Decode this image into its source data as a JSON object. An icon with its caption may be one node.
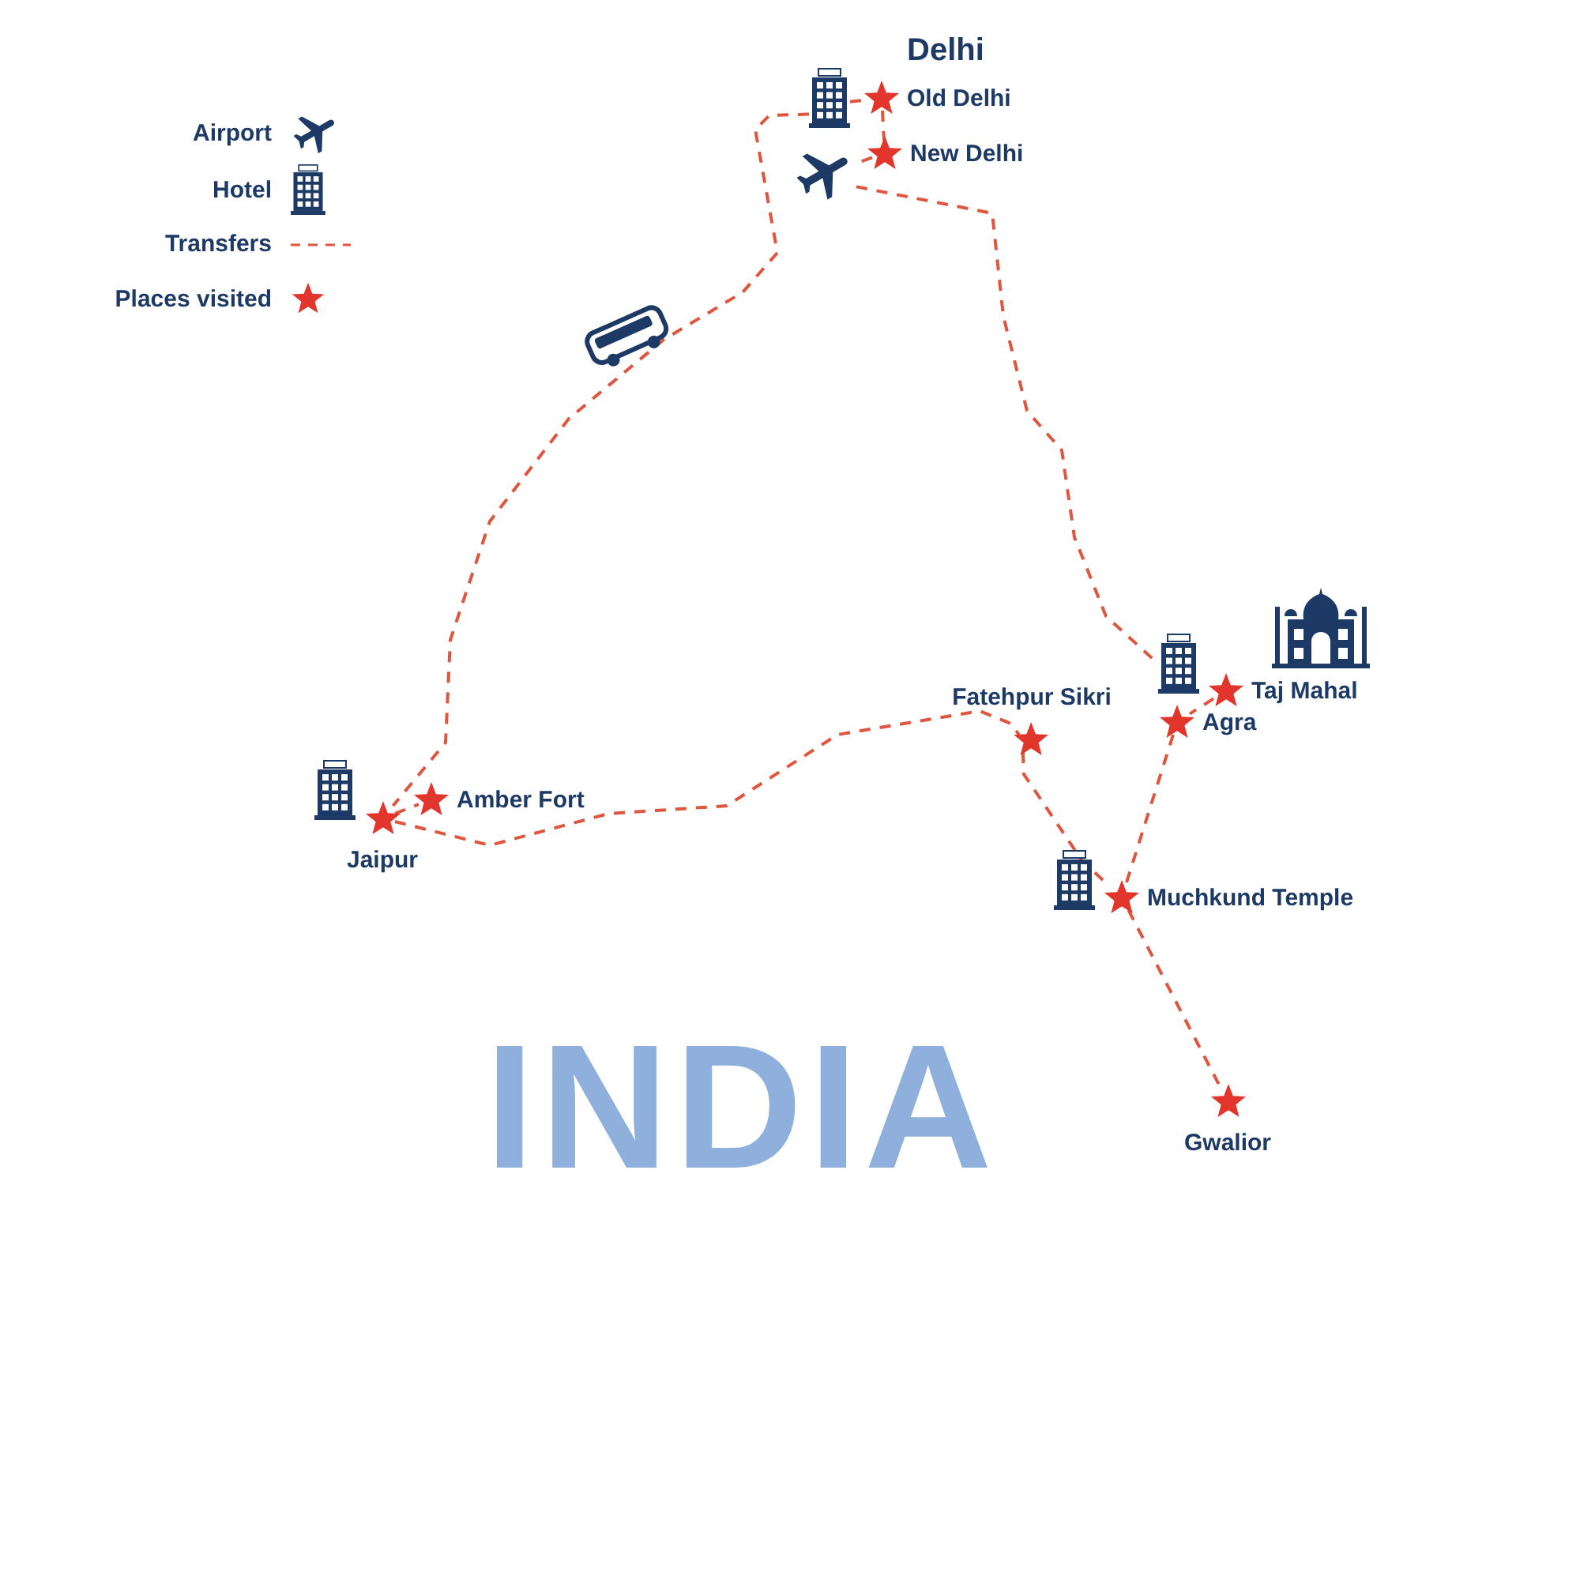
{
  "diagram": {
    "nodes": [
      {
        "text": [],
        "shape": "picture"
      },
      {
        "text": [
          "Old Delhi"
        ]
      },
      {
        "text": [
          "New Delhi"
        ]
      },
      {
        "text": [],
        "shape": "picture"
      },
      {
        "text": [
          "Amber Fort"
        ]
      },
      {
        "text": [
          "Jaipur"
        ]
      },
      {
        "text": [
          "Fatehpur Sikri"
        ]
      },
      {
        "text": [],
        "shape": "picture"
      },
      {
        "text": [
          "Taj Mahal"
        ]
      },
      {
        "text": [
          "Agra"
        ]
      },
      {
        "text": [
          "Muchkund Temple"
        ]
      },
      {
        "text": [
          "Gwalior"
        ]
      }
    ],
    "edges": [
      {
        "from": 0,
        "to": 1,
        "arrow": "none"
      },
      {
        "from": 1,
        "to": 2,
        "arrow": "none"
      },
      {
        "from": 2,
        "to": 3,
        "arrow": "none"
      },
      {
        "from": 0,
        "to": 5,
        "arrow": "none"
      },
      {
        "from": 5,
        "to": 4,
        "arrow": "none"
      },
      {
        "from": 5,
        "to": 6,
        "arrow": "none"
      },
      {
        "from": 3,
        "to": 7,
        "arrow": "none"
      },
      {
        "from": 8,
        "to": 9,
        "arrow": "none"
      },
      {
        "from": 9,
        "to": 10,
        "arrow": "none"
      },
      {
        "from": 6,
        "to": 10,
        "arrow": "none"
      },
      {
        "from": 10,
        "to": 11,
        "arrow": "none"
      }
    ],
    "labels": [
      "Delhi",
      "INDIA"
    ],
    "legend": [
      {
        "text": "Airport"
      },
      {
        "text": "Hotel"
      },
      {
        "text": "Transfers"
      },
      {
        "text": "Places visited"
      }
    ]
  }
}
